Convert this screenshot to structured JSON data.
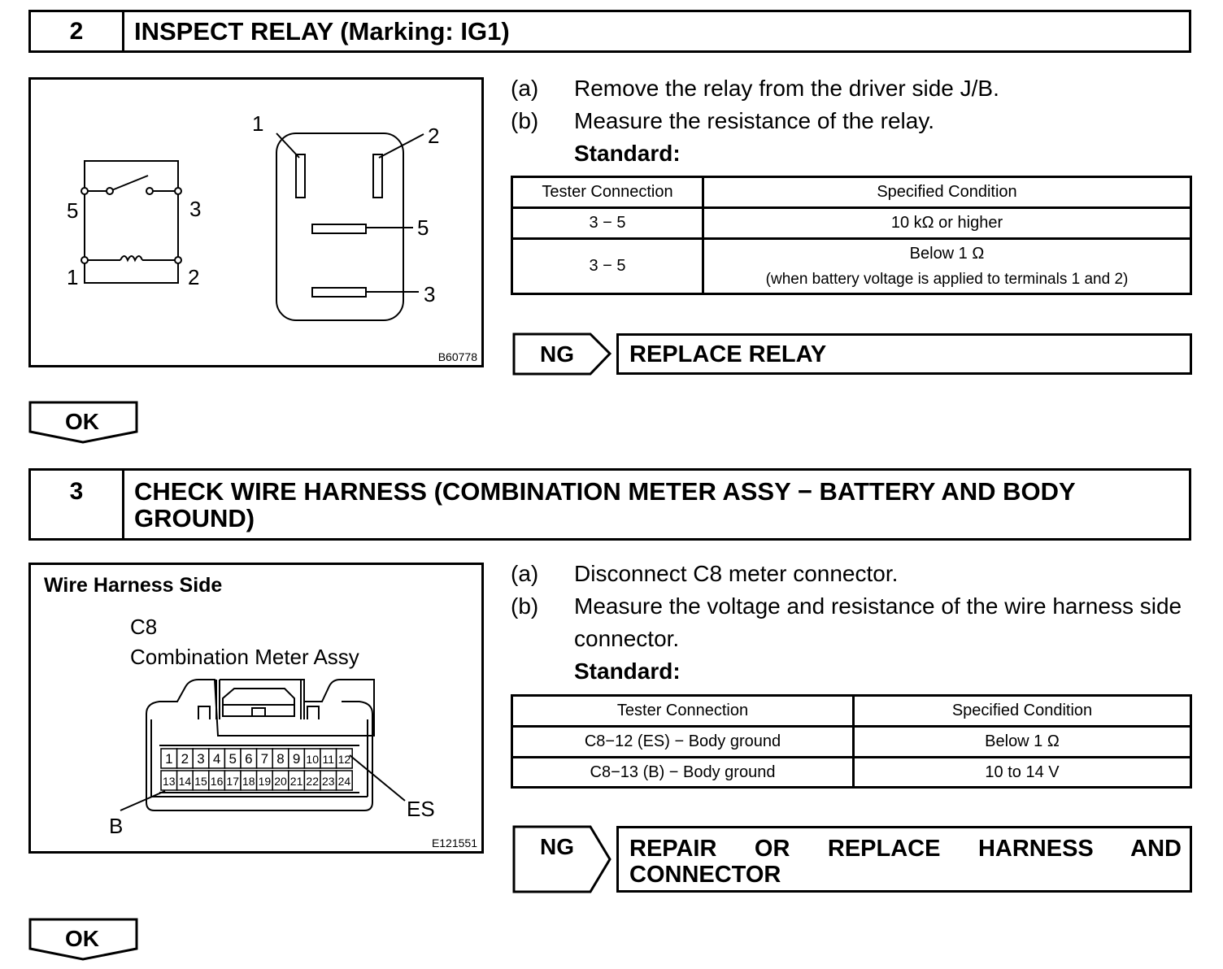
{
  "step2": {
    "number": "2",
    "title": "INSPECT RELAY (Marking: IG1)",
    "figure": {
      "code": "B60778",
      "schematic_labels": {
        "t5": "5",
        "t3": "3",
        "t1": "1",
        "t2": "2"
      },
      "relay_labels": {
        "p1": "1",
        "p2": "2",
        "p5": "5",
        "p3": "3"
      }
    },
    "steps": [
      {
        "label": "(a)",
        "text": "Remove the relay from the driver side J/B."
      },
      {
        "label": "(b)",
        "text": "Measure the resistance of the relay."
      }
    ],
    "standard_label": "Standard:",
    "table": {
      "headers": [
        "Tester Connection",
        "Specified Condition"
      ],
      "rows": [
        {
          "connection": "3 − 5",
          "condition": "10 kΩ or higher",
          "note": ""
        },
        {
          "connection": "3 − 5",
          "condition": "Below 1 Ω",
          "note": "(when battery voltage is applied to terminals 1 and 2)"
        }
      ]
    },
    "ng_label": "NG",
    "ng_action": "REPLACE RELAY",
    "ok_label": "OK"
  },
  "step3": {
    "number": "3",
    "title": "CHECK WIRE HARNESS (COMBINATION METER ASSY − BATTERY AND BODY GROUND)",
    "figure": {
      "side_label": "Wire Harness Side",
      "connector_id": "C8",
      "connector_name": "Combination Meter Assy",
      "pins_top": [
        "1",
        "2",
        "3",
        "4",
        "5",
        "6",
        "7",
        "8",
        "9",
        "10",
        "11",
        "12"
      ],
      "pins_bottom": [
        "13",
        "14",
        "15",
        "16",
        "17",
        "18",
        "19",
        "20",
        "21",
        "22",
        "23",
        "24"
      ],
      "label_b": "B",
      "label_es": "ES",
      "code": "E121551"
    },
    "steps": [
      {
        "label": "(a)",
        "text": "Disconnect C8 meter connector."
      },
      {
        "label": "(b)",
        "text": "Measure the voltage and resistance of the wire harness side connector."
      }
    ],
    "standard_label": "Standard:",
    "table": {
      "headers": [
        "Tester Connection",
        "Specified Condition"
      ],
      "rows": [
        {
          "connection": "C8−12 (ES) − Body ground",
          "condition": "Below 1 Ω"
        },
        {
          "connection": "C8−13 (B) − Body ground",
          "condition": "10 to 14 V"
        }
      ]
    },
    "ng_label": "NG",
    "ng_action": "REPAIR OR REPLACE HARNESS AND CONNECTOR",
    "ok_label": "OK"
  }
}
